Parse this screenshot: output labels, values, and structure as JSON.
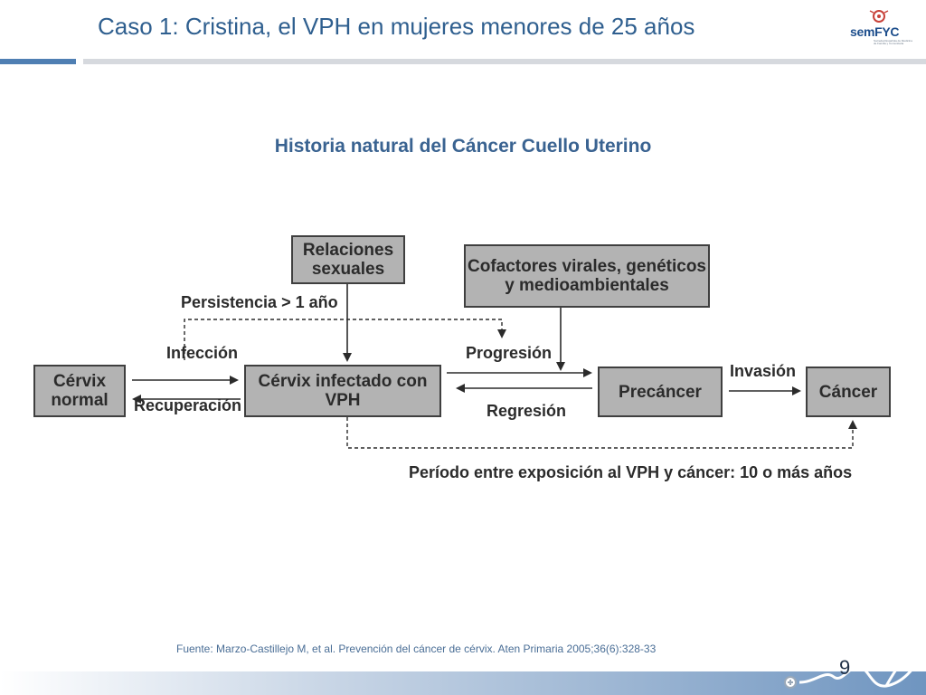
{
  "header": {
    "title": "Caso 1: Cristina, el VPH en mujeres menores de 25 años",
    "logo_text": "semFYC",
    "logo_sub": "Sociedad Española de Medicina de Familia y Comunitaria"
  },
  "subtitle": "Historia natural del Cáncer Cuello Uterino",
  "diagram": {
    "nodes": {
      "cervix_normal": "Cérvix\nnormal",
      "cervix_infectado": "Cérvix infectado con\nVPH",
      "precancer": "Precáncer",
      "cancer": "Cáncer",
      "relaciones": "Relaciones\nsexuales",
      "cofactores": "Cofactores virales, genéticos\ny medioambientales"
    },
    "labels": {
      "persistencia": "Persistencia > 1 año",
      "infeccion": "Infección",
      "recuperacion": "Recuperación",
      "progresion": "Progresión",
      "regresion": "Regresión",
      "invasion": "Invasión",
      "periodo": "Período entre exposición al VPH y cáncer: 10 o más años"
    }
  },
  "footer": {
    "source": "Fuente: Marzo-Castillejo M, et al. Prevención del cáncer de cérvix. Aten Primaria 2005;36(6):328-33",
    "page_number": "9"
  },
  "colors": {
    "title": "#2f5f8f",
    "box_fill": "#b3b3b3",
    "box_border": "#3f3f3f",
    "accent": "#4f7fb3"
  }
}
